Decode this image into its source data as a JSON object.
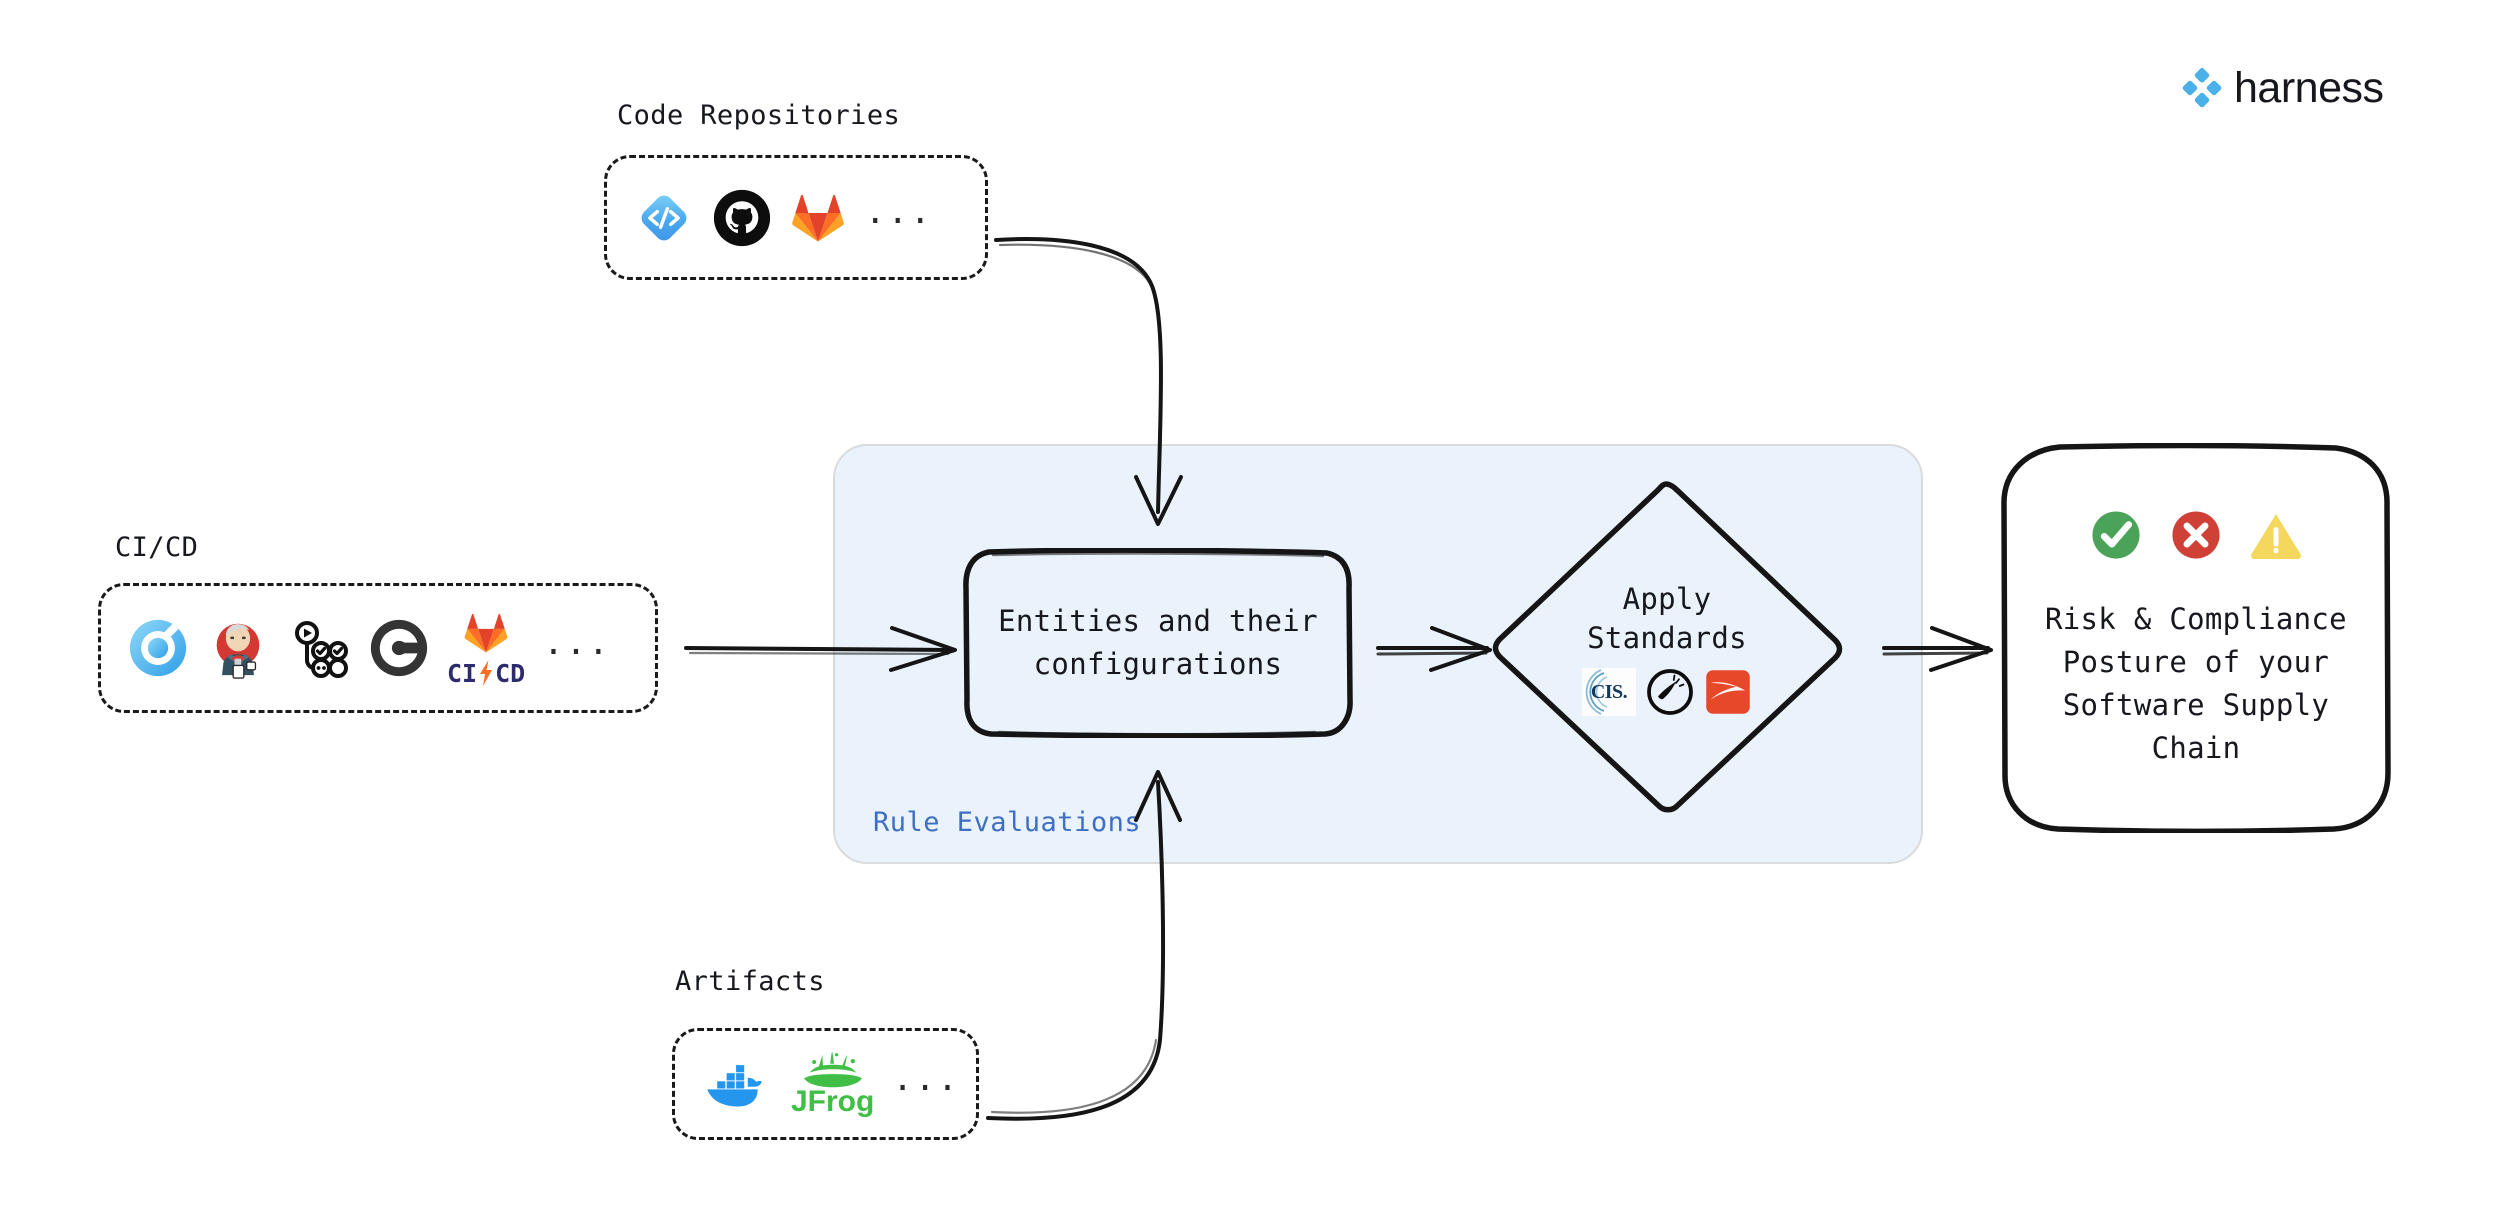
{
  "brand": {
    "name": "harness",
    "logo_icon": "harness-diamond-icon",
    "accent_color": "#4ab0e8"
  },
  "sections": {
    "code_repositories": {
      "caption": "Code Repositories",
      "ellipsis": "...",
      "logos": [
        {
          "name": "harness-code-icon",
          "label": "Harness Code"
        },
        {
          "name": "github-icon",
          "label": "GitHub"
        },
        {
          "name": "gitlab-icon",
          "label": "GitLab"
        }
      ]
    },
    "cicd": {
      "caption": "CI/CD",
      "ellipsis": "...",
      "logos": [
        {
          "name": "harness-ci-icon",
          "label": "Harness CI"
        },
        {
          "name": "jenkins-icon",
          "label": "Jenkins"
        },
        {
          "name": "github-actions-icon",
          "label": "GitHub Actions"
        },
        {
          "name": "circleci-icon",
          "label": "CircleCI"
        },
        {
          "name": "gitlab-cicd-icon",
          "label": "GitLab CI/CD"
        }
      ],
      "gitlab_cicd_text": "CI CD"
    },
    "artifacts": {
      "caption": "Artifacts",
      "ellipsis": "...",
      "logos": [
        {
          "name": "docker-icon",
          "label": "Docker"
        },
        {
          "name": "jfrog-icon",
          "label": "JFrog"
        }
      ],
      "jfrog_text": "JFrog"
    }
  },
  "pipeline": {
    "container_label": "Rule Evaluations",
    "container_color": "#eaf2fb",
    "container_label_color": "#3f6fc2",
    "entities": {
      "line1": "Entities and their",
      "line2": "configurations"
    },
    "apply_standards": {
      "line1": "Apply",
      "line2": "Standards",
      "logos": [
        {
          "name": "cis-icon",
          "label": "CIS",
          "text": "CIS."
        },
        {
          "name": "openssf-scorecard-icon",
          "label": "OpenSSF Scorecard"
        },
        {
          "name": "slsa-icon",
          "label": "SLSA"
        }
      ]
    },
    "outcome": {
      "statuses": [
        {
          "name": "success-check-icon",
          "label": "Pass",
          "color": "#4ba35a"
        },
        {
          "name": "failure-cross-icon",
          "label": "Fail",
          "color": "#cf4037"
        },
        {
          "name": "warning-triangle-icon",
          "label": "Warning",
          "color": "#f5d75e"
        }
      ],
      "line1": "Risk & Compliance",
      "line2": "Posture of your",
      "line3": "Software Supply",
      "line4": "Chain"
    }
  },
  "arrows": [
    {
      "name": "arrow-code-repositories-to-entities",
      "from": "code-repositories",
      "to": "entities"
    },
    {
      "name": "arrow-cicd-to-entities",
      "from": "cicd",
      "to": "entities"
    },
    {
      "name": "arrow-artifacts-to-entities",
      "from": "artifacts",
      "to": "entities"
    },
    {
      "name": "arrow-entities-to-apply-standards",
      "from": "entities",
      "to": "apply-standards"
    },
    {
      "name": "arrow-apply-standards-to-outcome",
      "from": "apply-standards",
      "to": "outcome"
    }
  ]
}
